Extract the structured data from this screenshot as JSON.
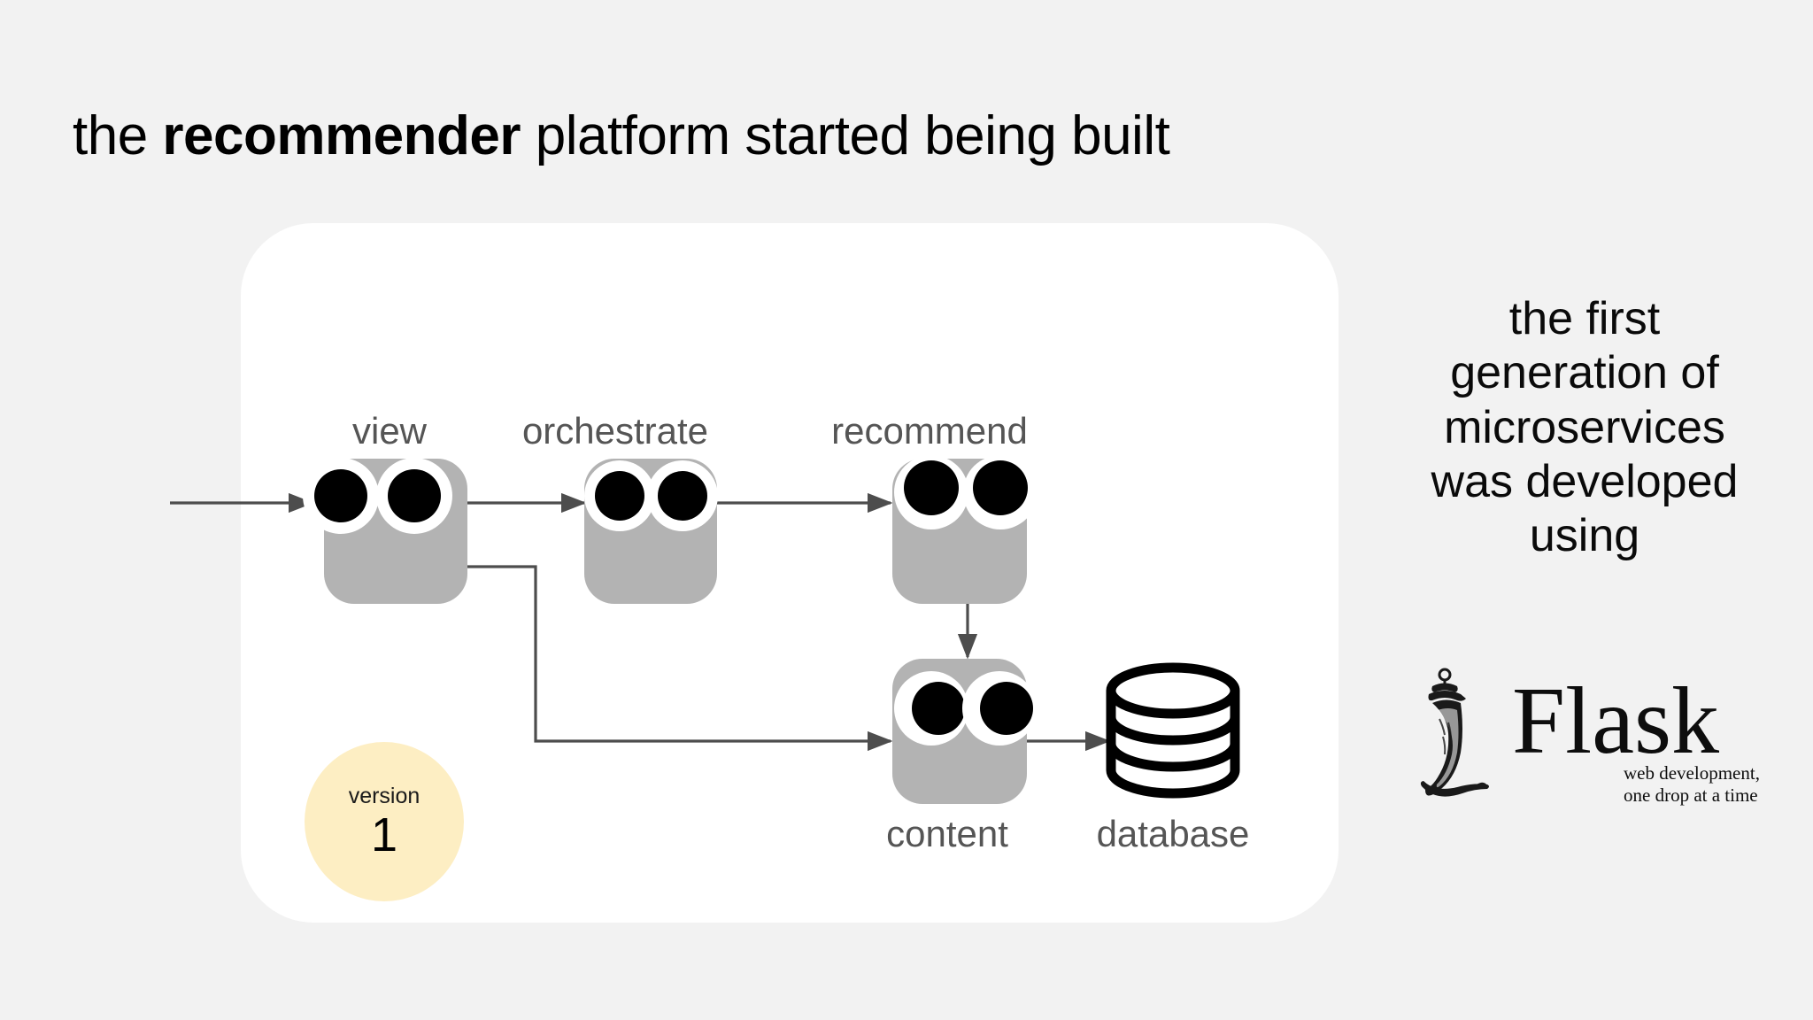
{
  "slide": {
    "background_color": "#f2f2f2",
    "card_color": "#ffffff"
  },
  "title": {
    "part1": "the ",
    "emphasis": "recommender",
    "part2": " platform started being built"
  },
  "diagram": {
    "node_fill": "#b3b3b3",
    "label_color": "#555555",
    "arrow_color": "#4d4d4d",
    "nodes": [
      {
        "id": "view",
        "label": "view",
        "label_position": "above"
      },
      {
        "id": "orchestrate",
        "label": "orchestrate",
        "label_position": "above"
      },
      {
        "id": "recommend",
        "label": "recommend",
        "label_position": "above"
      },
      {
        "id": "content",
        "label": "content",
        "label_position": "below"
      },
      {
        "id": "database",
        "label": "database",
        "label_position": "below"
      }
    ],
    "edges": [
      {
        "from": "input",
        "to": "view"
      },
      {
        "from": "view",
        "to": "orchestrate"
      },
      {
        "from": "orchestrate",
        "to": "recommend"
      },
      {
        "from": "view",
        "to": "content"
      },
      {
        "from": "recommend",
        "to": "content"
      },
      {
        "from": "content",
        "to": "database"
      }
    ]
  },
  "version_badge": {
    "word": "version",
    "number": "1",
    "color": "#fdeec3"
  },
  "caption": {
    "lines": [
      "the first",
      "generation of",
      "microservices",
      "was developed",
      "using"
    ],
    "text": "the first generation of microservices was developed using"
  },
  "flask_logo": {
    "wordmark": "Flask",
    "tagline_line1": "web development,",
    "tagline_line2": "one drop at a time"
  }
}
